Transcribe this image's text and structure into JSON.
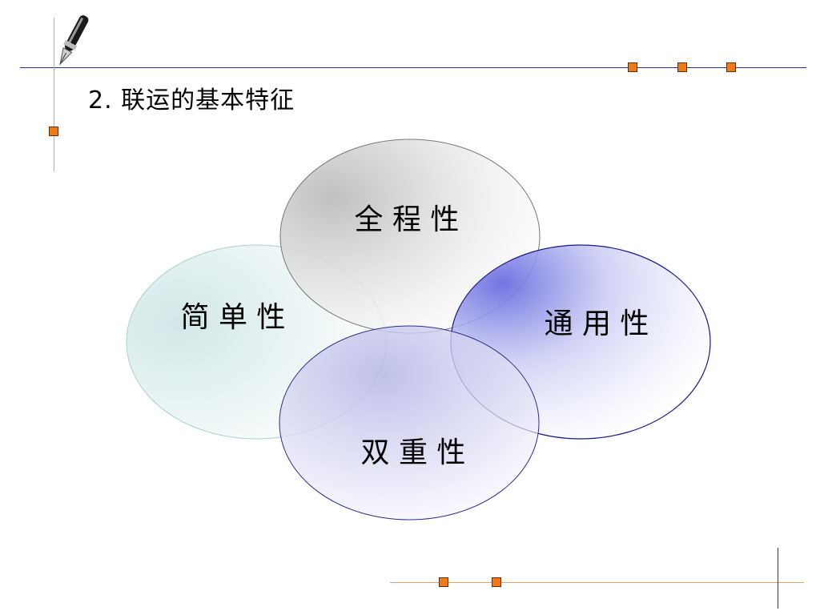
{
  "slide": {
    "title": "2. 联运的基本特征"
  },
  "diagram": {
    "circles": [
      {
        "id": "quancheng",
        "label": "全 程 性"
      },
      {
        "id": "jiandan",
        "label": "简 单 性"
      },
      {
        "id": "tongyong",
        "label": "通 用 性"
      },
      {
        "id": "shuangzhong",
        "label": "双 重 性"
      }
    ]
  },
  "decor": {
    "accent_color": "#f07a17",
    "line_color": "#2c2f8c",
    "icon": "pen-icon"
  }
}
